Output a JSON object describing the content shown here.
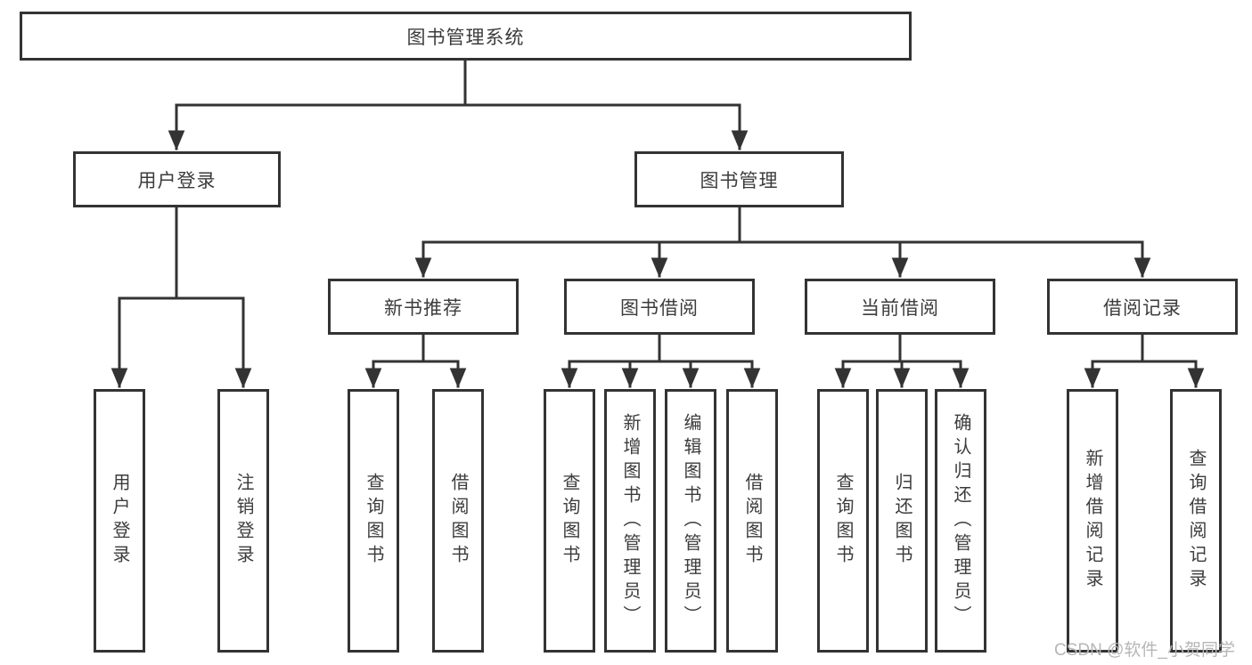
{
  "diagram": {
    "title": "图书管理系统",
    "type": "hierarchy-tree"
  },
  "colors": {
    "line": "#333333",
    "box_border": "#333333",
    "text": "#3c3c3c",
    "background": "#ffffff",
    "watermark": "#b6b6b6"
  },
  "watermark": {
    "text": "CSDN @软件_小贺同学"
  },
  "nodes": {
    "root": {
      "label": "图书管理系统"
    },
    "user_login": {
      "label": "用户登录"
    },
    "book_mgmt": {
      "label": "图书管理"
    },
    "leaf_user_login": {
      "label": "用户登录"
    },
    "leaf_logout_login": {
      "label": "注销登录"
    },
    "new_book_rec": {
      "label": "新书推荐"
    },
    "book_borrow": {
      "label": "图书借阅"
    },
    "current_borrow": {
      "label": "当前借阅"
    },
    "borrow_records": {
      "label": "借阅记录"
    },
    "rec_query_book": {
      "label": "查询图书"
    },
    "rec_borrow_book": {
      "label": "借阅图书"
    },
    "bb_query_book": {
      "label": "查询图书"
    },
    "bb_add_book": {
      "label": "新增图书（管理员）"
    },
    "bb_edit_book": {
      "label": "编辑图书（管理员）"
    },
    "bb_borrow_book": {
      "label": "借阅图书"
    },
    "cb_query_book": {
      "label": "查询图书"
    },
    "cb_return_book": {
      "label": "归还图书"
    },
    "cb_confirm_return": {
      "label": "确认归还（管理员）"
    },
    "br_add_record": {
      "label": "新增借阅记录"
    },
    "br_query_record": {
      "label": "查询借阅记录"
    }
  },
  "structure": {
    "root": [
      "user_login",
      "book_mgmt"
    ],
    "user_login": [
      "leaf_user_login",
      "leaf_logout_login"
    ],
    "book_mgmt": [
      "new_book_rec",
      "book_borrow",
      "current_borrow",
      "borrow_records"
    ],
    "new_book_rec": [
      "rec_query_book",
      "rec_borrow_book"
    ],
    "book_borrow": [
      "bb_query_book",
      "bb_add_book",
      "bb_edit_book",
      "bb_borrow_book"
    ],
    "current_borrow": [
      "cb_query_book",
      "cb_return_book",
      "cb_confirm_return"
    ],
    "borrow_records": [
      "br_add_record",
      "br_query_record"
    ]
  }
}
